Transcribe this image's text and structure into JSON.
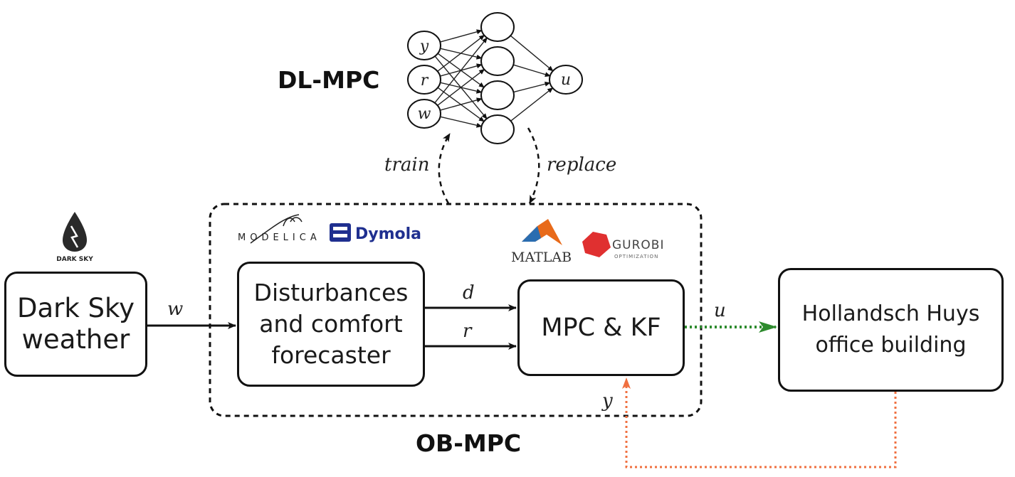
{
  "headings": {
    "dl_mpc": "DL-MPC",
    "ob_mpc": "OB-MPC"
  },
  "blocks": {
    "weather": "Dark Sky\nweather",
    "forecaster": "Disturbances\nand comfort\nforecaster",
    "mpc": "MPC & KF",
    "building": "Hollandsch Huys\noffice building"
  },
  "signals": {
    "w": "w",
    "d": "d",
    "r": "r",
    "u": "u",
    "y": "y"
  },
  "arrow_labels": {
    "train": "train",
    "replace": "replace"
  },
  "network": {
    "inputs": [
      "y",
      "r",
      "w"
    ],
    "output": "u"
  },
  "logos": {
    "darksky": "DARK SKY",
    "modelica": "MODELICA",
    "dymola": "Dymola",
    "matlab": "MATLAB",
    "gurobi": "GUROBI",
    "gurobi_sub": "OPTIMIZATION"
  },
  "colors": {
    "control_signal": "#2e8b2e",
    "feedback_signal": "#f07040",
    "dymola_blue": "#1f2f8f",
    "gurobi_red": "#e03030",
    "matlab_orange": "#e86a1a"
  }
}
